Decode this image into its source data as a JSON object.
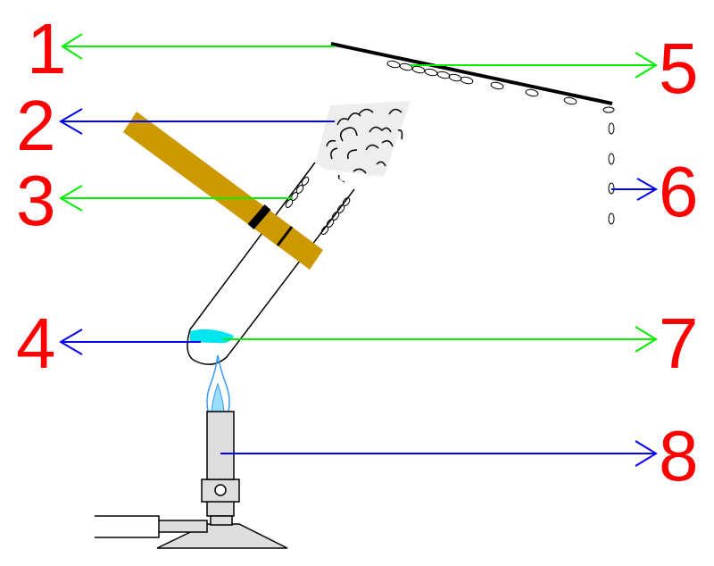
{
  "labels": [
    {
      "id": "1",
      "text": "1"
    },
    {
      "id": "2",
      "text": "2"
    },
    {
      "id": "3",
      "text": "3"
    },
    {
      "id": "4",
      "text": "4"
    },
    {
      "id": "5",
      "text": "5"
    },
    {
      "id": "6",
      "text": "6"
    },
    {
      "id": "7",
      "text": "7"
    },
    {
      "id": "8",
      "text": "8"
    }
  ],
  "colors": {
    "label": "#ff0000",
    "arrow_green": "#00ee00",
    "arrow_blue": "#0000ee",
    "holder": "#cc9900",
    "liquid": "#00e5ee",
    "flame_outer": "#3399ff",
    "flame_inner": "#66ddff",
    "burner": "#dddddd"
  }
}
